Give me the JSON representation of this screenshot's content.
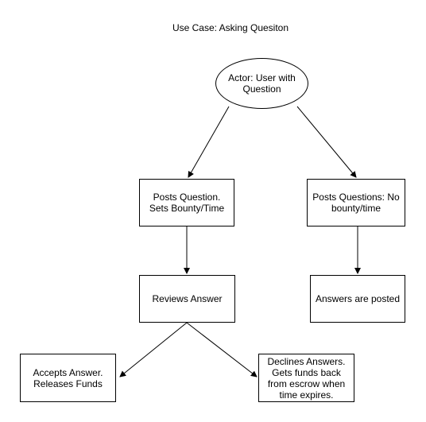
{
  "diagram": {
    "title": "Use Case: Asking Quesiton",
    "nodes": {
      "actor": "Actor: User with Question",
      "posts_with_bounty": "Posts Question. Sets Bounty/Time",
      "posts_no_bounty": "Posts Questions: No bounty/time",
      "reviews_answer": "Reviews Answer",
      "answers_posted": "Answers are posted",
      "accepts_answer": "Accepts Answer. Releases Funds",
      "declines_answers": "Declines Answers. Gets funds back from escrow when time expires."
    }
  }
}
